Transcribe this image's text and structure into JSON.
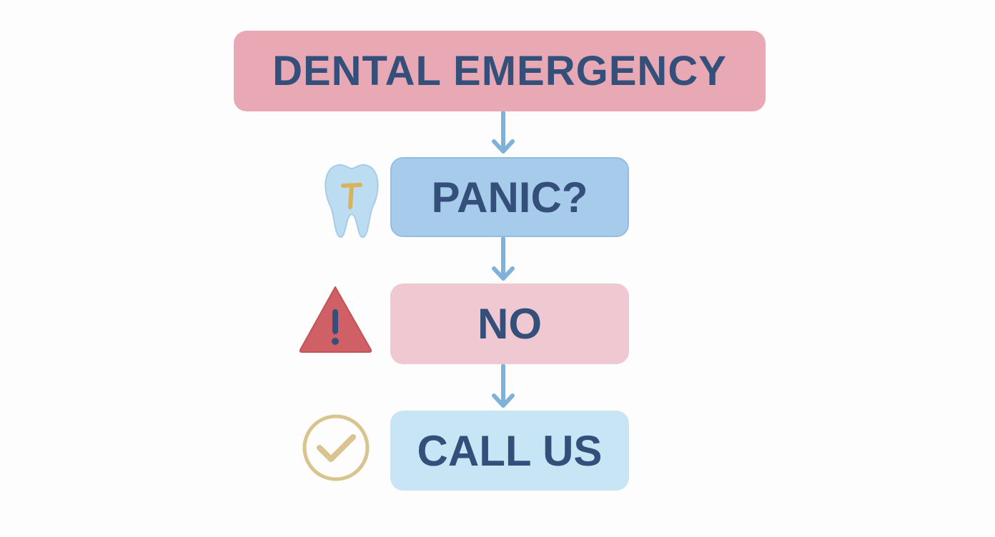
{
  "flowchart": {
    "title": "DENTAL EMERGENCY",
    "steps": [
      {
        "label": "PANIC?",
        "icon": "tooth-icon"
      },
      {
        "label": "NO",
        "icon": "warning-icon"
      },
      {
        "label": "CALL US",
        "icon": "check-circle-icon"
      }
    ]
  },
  "colors": {
    "title_box": "#e8a9b4",
    "panic_box": "#a7cbea",
    "no_box": "#f0c8d2",
    "call_box": "#c8e5f5",
    "text": "#34507a",
    "arrow": "#7fb2d9",
    "warning": "#cf6166",
    "gold": "#d9c38e"
  }
}
